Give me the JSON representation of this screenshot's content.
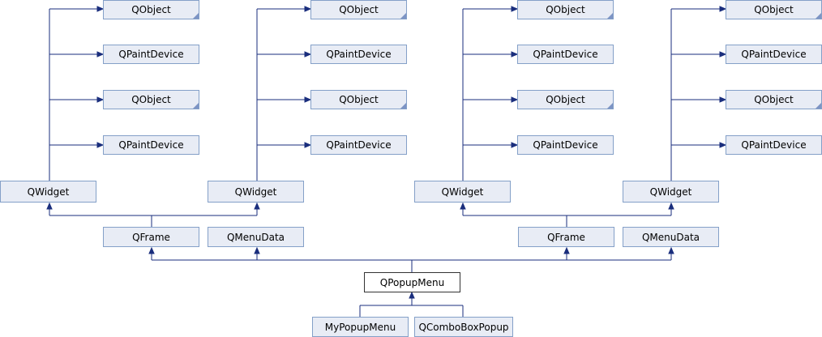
{
  "nodes": {
    "g1_qobject_1": "QObject",
    "g1_qpaintdevice_1": "QPaintDevice",
    "g1_qobject_2": "QObject",
    "g1_qpaintdevice_2": "QPaintDevice",
    "g2_qobject_1": "QObject",
    "g2_qpaintdevice_1": "QPaintDevice",
    "g2_qobject_2": "QObject",
    "g2_qpaintdevice_2": "QPaintDevice",
    "g3_qobject_1": "QObject",
    "g3_qpaintdevice_1": "QPaintDevice",
    "g3_qobject_2": "QObject",
    "g3_qpaintdevice_2": "QPaintDevice",
    "g4_qobject_1": "QObject",
    "g4_qpaintdevice_1": "QPaintDevice",
    "g4_qobject_2": "QObject",
    "g4_qpaintdevice_2": "QPaintDevice",
    "qwidget_1": "QWidget",
    "qwidget_2": "QWidget",
    "qwidget_3": "QWidget",
    "qwidget_4": "QWidget",
    "qframe_1": "QFrame",
    "qmenudata_1": "QMenuData",
    "qframe_2": "QFrame",
    "qmenudata_2": "QMenuData",
    "qpopupmenu": "QPopupMenu",
    "mypopupmenu": "MyPopupMenu",
    "qcomboboxpopup": "QComboBoxPopup"
  },
  "colors": {
    "node_fill": "#e8ecf5",
    "node_border": "#84a0c8",
    "edge": "#1a2e7d",
    "focus_border": "#333333"
  }
}
